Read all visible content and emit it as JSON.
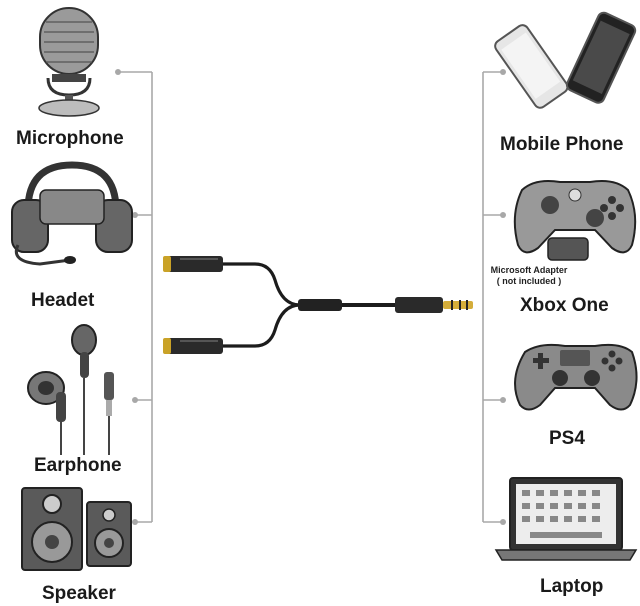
{
  "left_devices": [
    {
      "label": "Microphone",
      "icon": "microphone-icon"
    },
    {
      "label": "Headet",
      "icon": "headset-icon"
    },
    {
      "label": "Earphone",
      "icon": "earphone-icon"
    },
    {
      "label": "Speaker",
      "icon": "speaker-icon"
    }
  ],
  "right_devices": [
    {
      "label": "Mobile Phone",
      "icon": "mobile-phone-icon"
    },
    {
      "label": "Xbox One",
      "icon": "xbox-controller-icon"
    },
    {
      "label": "PS4",
      "icon": "ps4-controller-icon"
    },
    {
      "label": "Laptop",
      "icon": "laptop-icon"
    }
  ],
  "adapter_note": {
    "line1": "Microsoft Adapter",
    "line2": "( not included )"
  },
  "colors": {
    "connector_line": "#a0a0a0",
    "cable": "#1c1c1c",
    "gold": "#c9a227"
  }
}
